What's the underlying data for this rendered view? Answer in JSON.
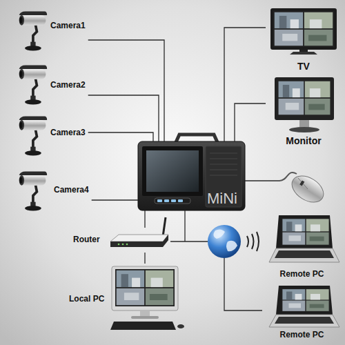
{
  "diagram": {
    "nodes": [
      {
        "text": [
          "Camera1"
        ]
      },
      {
        "text": [
          "TV"
        ]
      },
      {
        "text": [
          "Camera2"
        ]
      },
      {
        "text": [
          "Monitor"
        ]
      },
      {
        "text": [
          "Camera3"
        ]
      },
      {
        "text": [
          "MiNi"
        ]
      },
      {
        "text": [
          "Camera4"
        ]
      },
      {
        "text": [
          "Router"
        ]
      },
      {
        "text": [
          "Remote PC"
        ]
      },
      {
        "text": [
          "Local PC"
        ]
      },
      {
        "text": [
          "Remote PC"
        ]
      }
    ],
    "edges": [
      {
        "from": 0,
        "to": 5,
        "arrow": "none"
      },
      {
        "from": 2,
        "to": 5,
        "arrow": "none"
      },
      {
        "from": 4,
        "to": 5,
        "arrow": "none"
      },
      {
        "from": 6,
        "to": 5,
        "arrow": "none"
      },
      {
        "from": 5,
        "to": 1,
        "arrow": "none"
      },
      {
        "from": 5,
        "to": 3,
        "arrow": "none"
      },
      {
        "from": 5,
        "to": 7,
        "arrow": "none"
      },
      {
        "from": 7,
        "to": 9,
        "arrow": "none"
      }
    ]
  }
}
